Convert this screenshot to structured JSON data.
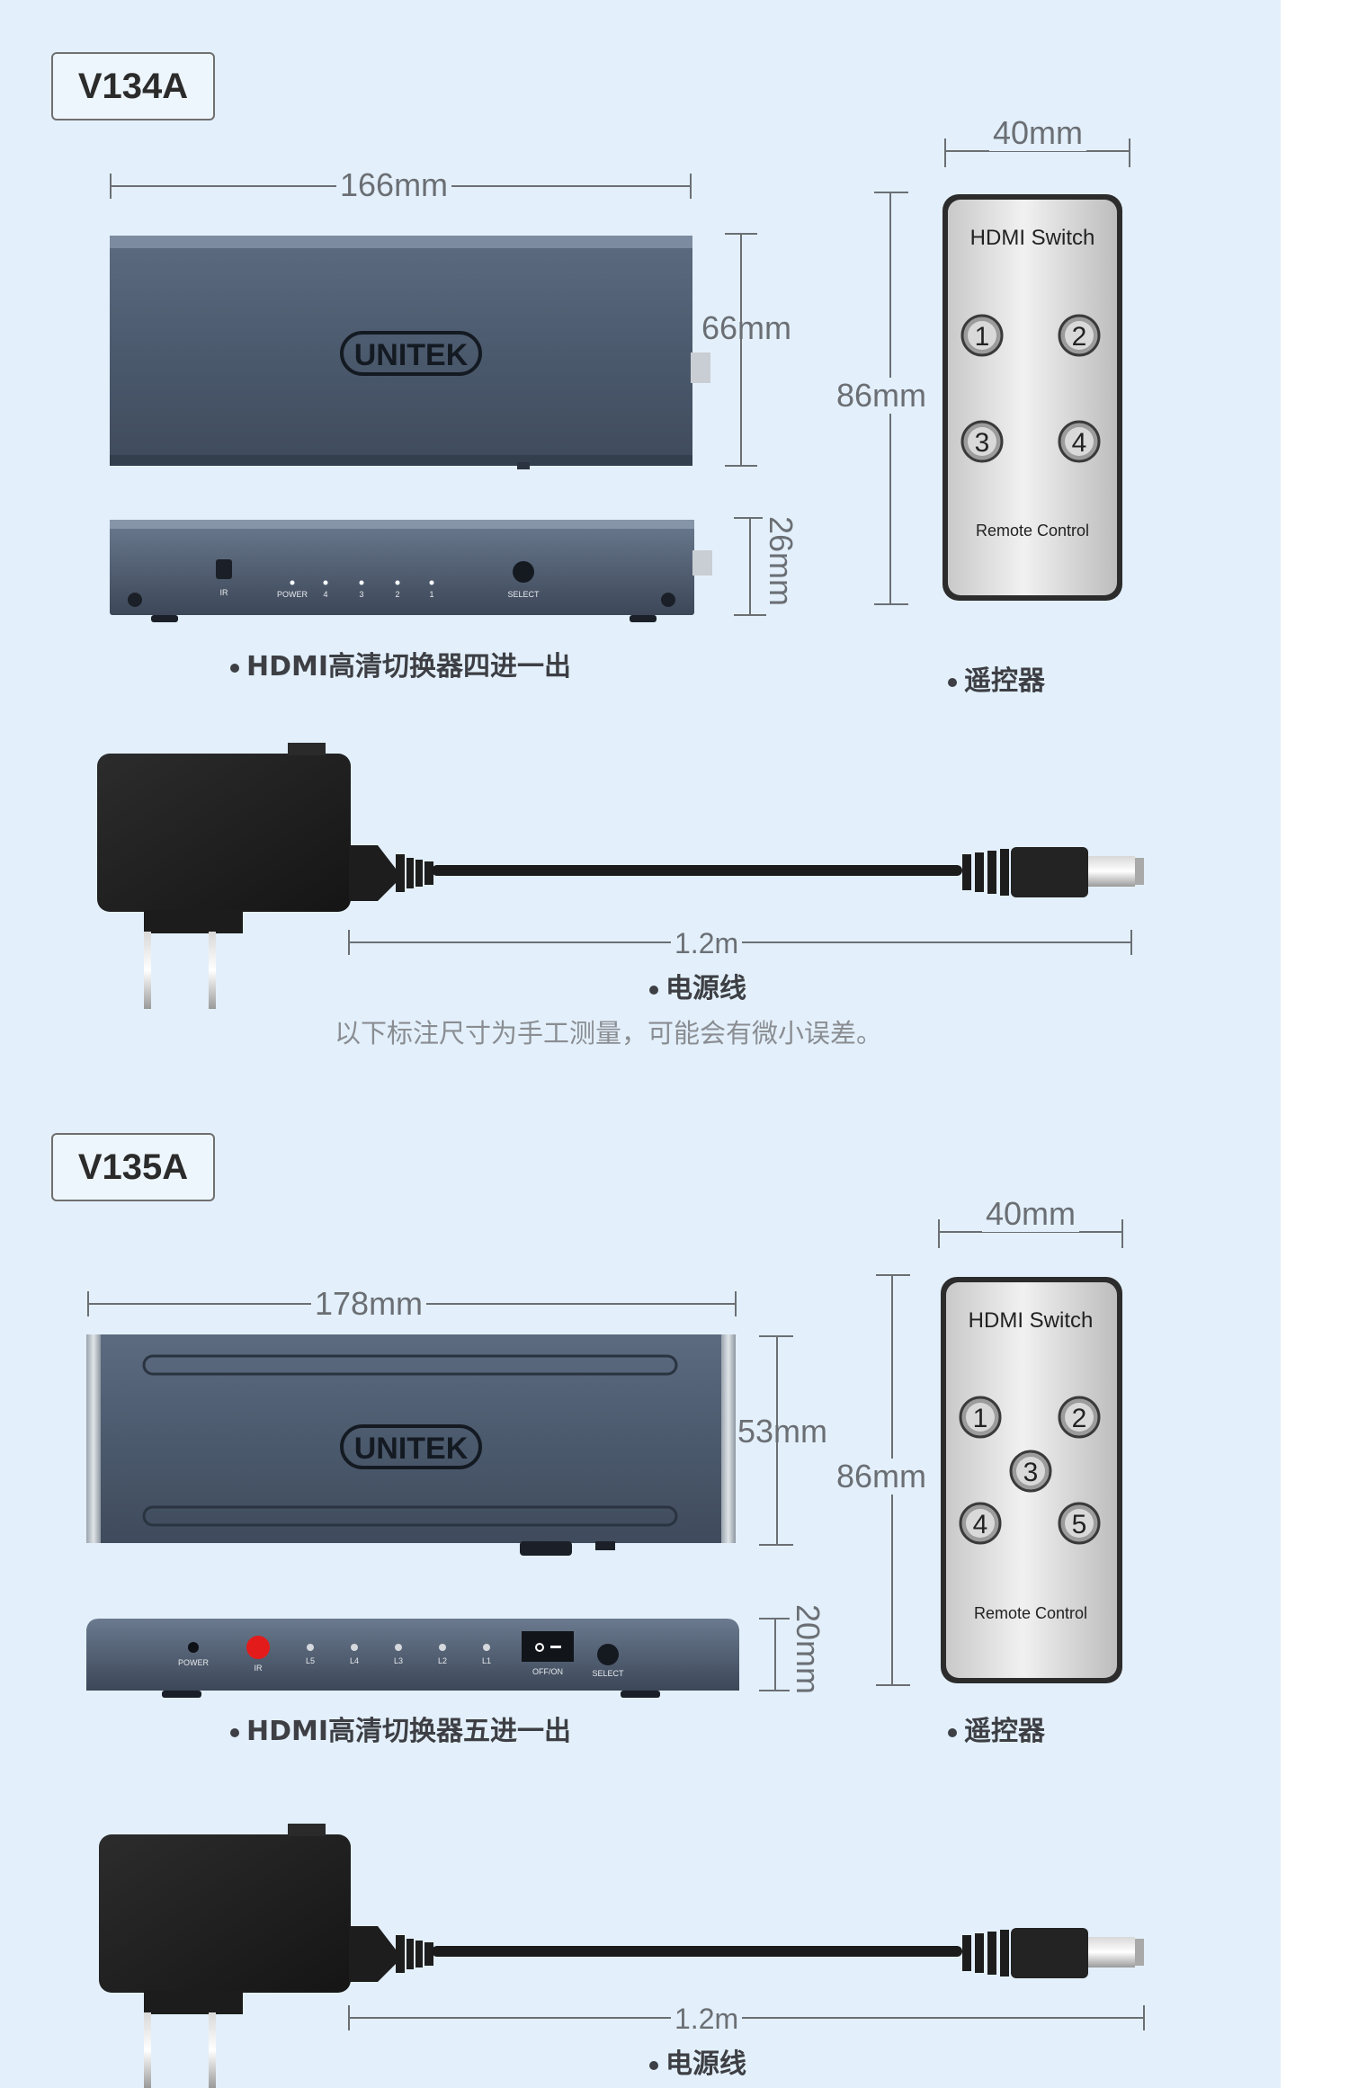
{
  "sections": [
    {
      "model": "V134A",
      "switch_width": "166mm",
      "switch_height": "66mm",
      "switch_thickness": "26mm",
      "switch_caption": "HDMI高清切换器四进一出",
      "remote_width": "40mm",
      "remote_height": "86mm",
      "remote_caption": "遥控器",
      "remote_title": "HDMI Switch",
      "remote_buttons": [
        "1",
        "2",
        "3",
        "4"
      ],
      "remote_footer": "Remote Control",
      "cable_length": "1.2m",
      "cable_caption": "电源线",
      "brand": "UNITEK",
      "front_labels": [
        "IR",
        "POWER",
        "4",
        "3",
        "2",
        "1",
        "SELECT"
      ]
    },
    {
      "model": "V135A",
      "switch_width": "178mm",
      "switch_height": "53mm",
      "switch_thickness": "20mm",
      "switch_caption": "HDMI高清切换器五进一出",
      "remote_width": "40mm",
      "remote_height": "86mm",
      "remote_caption": "遥控器",
      "remote_title": "HDMI Switch",
      "remote_buttons": [
        "1",
        "2",
        "3",
        "4",
        "5"
      ],
      "remote_footer": "Remote Control",
      "cable_length": "1.2m",
      "cable_caption": "电源线",
      "brand": "UNITEK",
      "front_labels": [
        "POWER",
        "IR",
        "L5",
        "L4",
        "L3",
        "L2",
        "L1",
        "OFF/ON",
        "SELECT"
      ]
    }
  ],
  "note": "以下标注尺寸为手工测量，可能会有微小误差。"
}
